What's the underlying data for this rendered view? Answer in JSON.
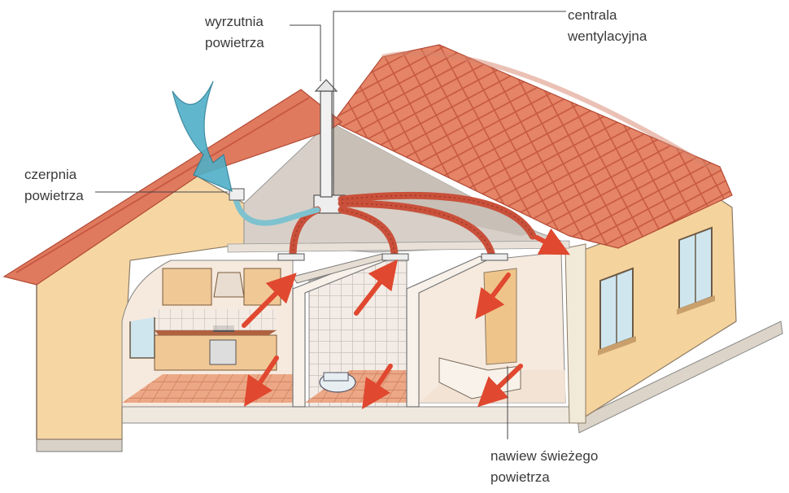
{
  "labels": {
    "exhaust": {
      "line1": "wyrzutnia",
      "line2": "powietrza"
    },
    "unit": {
      "line1": "centrala",
      "line2": "wentylacyjna"
    },
    "intake": {
      "line1": "czerpnia",
      "line2": "powietrza"
    },
    "supply": {
      "line1": "nawiew świeżego",
      "line2": "powietrza"
    }
  },
  "colors": {
    "roof": "#e07a5f",
    "roof_tiles": "#c85a44",
    "wall": "#f7d9a8",
    "wall_shadow": "#efc48a",
    "interior": "#f5e6d8",
    "floor": "#e8a07a",
    "duct": "#c9503a",
    "fresh_air_arrow": "#4fb0c8",
    "supply_arrow": "#e0482f",
    "line": "#555555"
  }
}
